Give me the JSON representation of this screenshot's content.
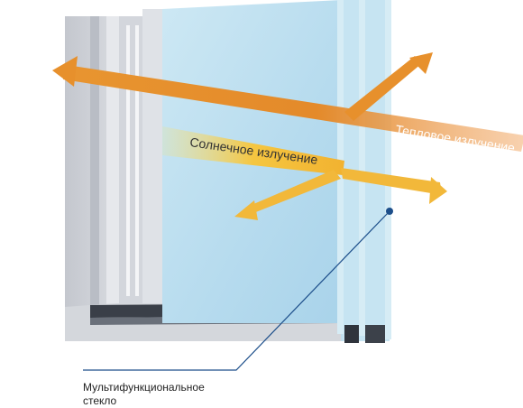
{
  "labels": {
    "thermal_radiation": "Тепловое излучение",
    "solar_radiation": "Солнечное излучение"
  },
  "callout": {
    "line1": "Мультифункциональное",
    "line2": "стекло"
  },
  "colors": {
    "frame": "#c9ccd3",
    "glass": "#bfe0ef",
    "thermal_arrow": "#e7902c",
    "solar_arrow": "#f2b83a",
    "callout_line": "#1c4e8a",
    "text": "#222222"
  },
  "icons": [
    "leader-dot-icon",
    "arrow-head-icon"
  ]
}
